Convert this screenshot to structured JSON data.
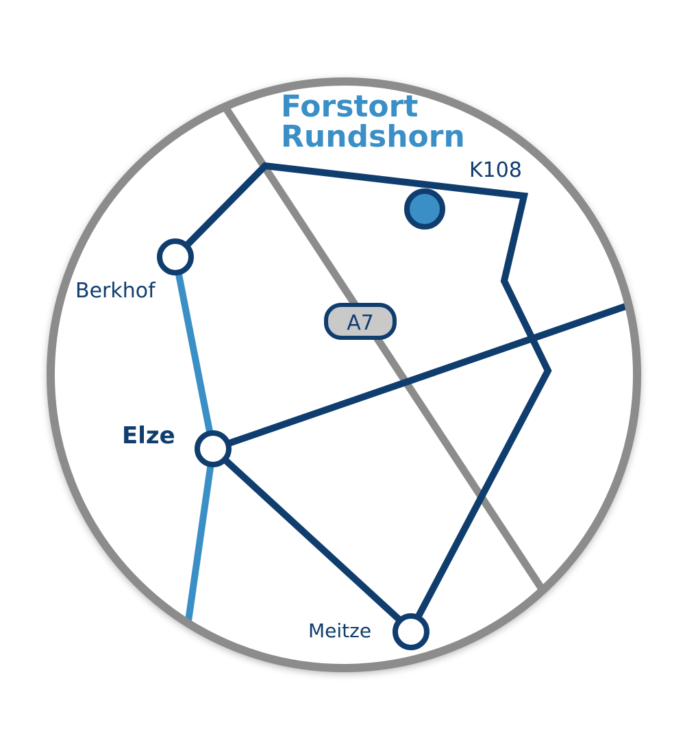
{
  "title": {
    "line1": "Forstort",
    "line2": "Rundshorn"
  },
  "roads": {
    "highway": "A7",
    "county_road": "K108"
  },
  "places": {
    "berkhof": "Berkhof",
    "elze": "Elze",
    "meitze": "Meitze"
  },
  "colors": {
    "dark_road": "#0f3d6e",
    "light_road": "#3a8fc6",
    "highway": "#8c8c8c",
    "highway_badge_fill": "#c9c9c9",
    "title": "#3a8fc6",
    "label": "#0f3d6e",
    "border": "#8c8c8c",
    "destination_marker": "#3a8fc6"
  }
}
